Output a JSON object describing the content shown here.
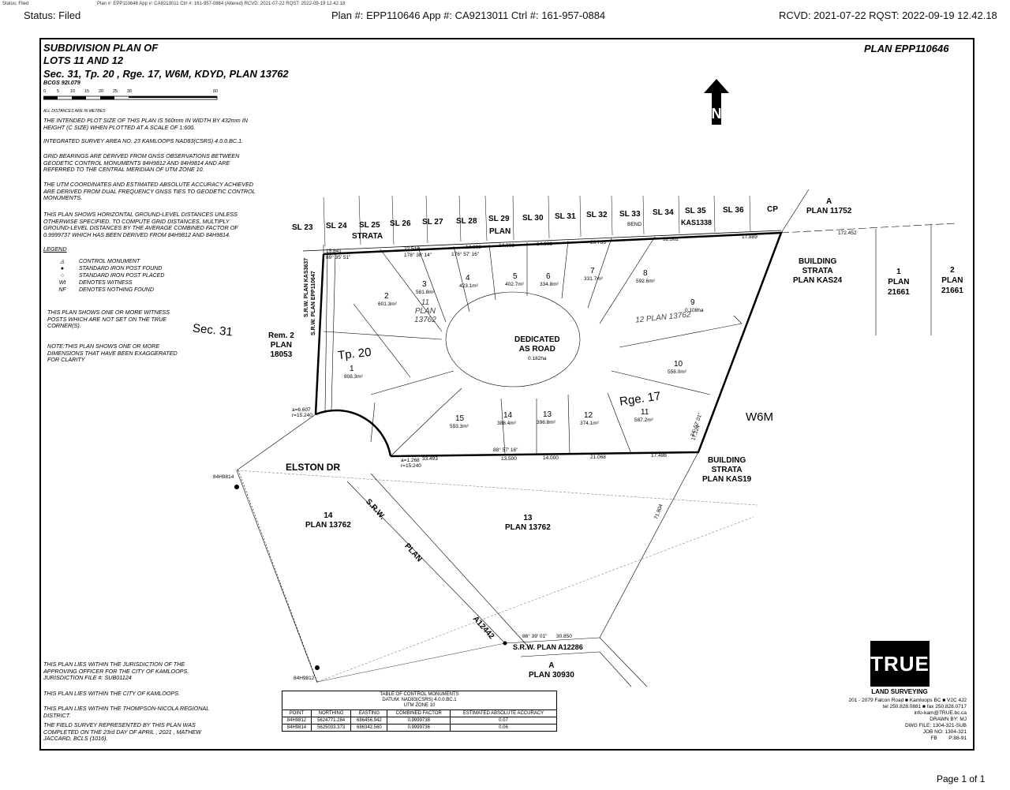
{
  "header": {
    "tiny_status": "Status: Filed",
    "tiny_line": "Plan #: EPP110646 App #: CA9213011   Ctrl #: 161-957-0884 (Altered) RCVD: 2021-07-22 RQST: 2022-09-19 12.42.18",
    "status": "Status: Filed",
    "plan_info": "Plan #: EPP110646 App #: CA9213011   Ctrl #: 161-957-0884",
    "received": "RCVD: 2021-07-22 RQST: 2022-09-19 12.42.18"
  },
  "title": {
    "line1": "SUBDIVISION PLAN OF",
    "line2": "LOTS 11 AND 12",
    "line3": "Sec. 31, Tp. 20 , Rge. 17, W6M, KDYD, PLAN 13762",
    "bcgs": "BCGS 92I.079",
    "plan_number": "PLAN EPP110646"
  },
  "scale": {
    "ticks": [
      "0",
      "5",
      "10",
      "15",
      "20",
      "25",
      "30",
      "60"
    ],
    "note": "ALL DISTANCES ARE IN METRES"
  },
  "notes": {
    "plot_size": "THE INTENDED PLOT SIZE OF THIS PLAN IS 560mm IN WIDTH BY 432mm IN HEIGHT (C SIZE) WHEN PLOTTED AT A SCALE OF 1:600.",
    "survey_area": "INTEGRATED SURVEY AREA NO. 23 KAMLOOPS NAD83(CSRS) 4.0.0.BC.1.",
    "grid_bearings": "GRID BEARINGS ARE DERIVED FROM GNSS OBSERVATIONS BETWEEN GEODETIC CONTROL MONUMENTS 84H9812 AND 84H9814 AND ARE REFERRED TO THE CENTRAL MERIDIAN OF UTM ZONE 10.",
    "utm": "THE UTM COORDINATES AND ESTIMATED ABSOLUTE ACCURACY ACHIEVED ARE DERIVED FROM DUAL FREQUENCY GNSS TIES TO GEODETIC CONTROL MONUMENTS.",
    "distances": "THIS PLAN SHOWS HORIZONTAL GROUND-LEVEL DISTANCES UNLESS OTHERWISE SPECIFIED. TO COMPUTE GRID DISTANCES, MULTIPLY GROUND-LEVEL DISTANCES BY THE AVERAGE COMBINED FACTOR OF 0.9999737 WHICH HAS BEEN DERIVED FROM 84H9812 AND 84H9814.",
    "legend_title": "LEGEND",
    "witness": "THIS PLAN SHOWS ONE OR MORE WITNESS POSTS WHICH ARE NOT SET ON THE TRUE CORNER(S).",
    "exaggerated": "NOTE:THIS PLAN SHOWS ONE OR MORE DIMENSIONS THAT HAVE BEEN EXAGGERATED FOR CLARITY",
    "jurisdiction": "THIS PLAN LIES WITHIN THE JURISDICTION OF THE APPROVING OFFICER FOR THE CITY OF KAMLOOPS. JURISDICTION FILE #: SUB01124",
    "city": "THIS PLAN LIES WITHIN THE CITY OF KAMLOOPS.",
    "regional": "THIS PLAN LIES WITHIN THE THOMPSON-NICOLA REGIONAL DISTRICT.",
    "field_survey": "THE FIELD SURVEY REPRESENTED BY THIS PLAN WAS COMPLETED ON THE 23rd DAY OF    APRIL    , 2021 , MATHEW JACCARD, BCLS (1016)."
  },
  "legend": [
    {
      "symbol": "◬",
      "label": "CONTROL MONUMENT"
    },
    {
      "symbol": "●",
      "label": "STANDARD IRON POST FOUND"
    },
    {
      "symbol": "○",
      "label": "STANDARD IRON POST PLACED"
    },
    {
      "symbol": "Wt",
      "label": "DENOTES WITNESS"
    },
    {
      "symbol": "NF",
      "label": "DENOTES NOTHING FOUND"
    }
  ],
  "map": {
    "strata_lots": [
      "SL 23",
      "SL 24",
      "SL 25",
      "SL 26",
      "SL 27",
      "SL 28",
      "SL 29",
      "SL 30",
      "SL 31",
      "SL 32",
      "SL 33",
      "SL 34",
      "SL 35",
      "SL 36",
      "CP"
    ],
    "strata_label": "STRATA",
    "plan_label": "PLAN",
    "kas1338": "KAS1338",
    "bend": "BEND",
    "plan_11752_a": "A",
    "plan_11752": "PLAN 11752",
    "building_strata_24": [
      "BUILDING",
      "STRATA",
      "PLAN KAS24"
    ],
    "plan21661_1": [
      "1",
      "PLAN",
      "21661"
    ],
    "plan21661_2": [
      "2",
      "PLAN",
      "21661"
    ],
    "sec31": "Sec. 31",
    "rem2": [
      "Rem. 2",
      "PLAN",
      "18053"
    ],
    "tp20": "Tp. 20",
    "rge17": "Rge. 17",
    "w6m": "W6M",
    "dedicated": [
      "DEDICATED",
      "AS ROAD"
    ],
    "dedicated_area": "0.182ha",
    "plan13762_a": [
      "11",
      "PLAN",
      "13762"
    ],
    "plan13762_b": "12  PLAN 13762",
    "elston": "ELSTON DR",
    "building_strata_19": [
      "BUILDING",
      "STRATA",
      "PLAN KAS19"
    ],
    "plan14": [
      "14",
      "PLAN 13762"
    ],
    "plan13": [
      "13",
      "PLAN 13762"
    ],
    "srw": "S.R.W.",
    "srw_plan": "PLAN",
    "a12442": "A12442",
    "srw_a12286": "S.R.W. PLAN A12286",
    "plan30930": [
      "A",
      "PLAN 30930"
    ],
    "srw_vertical": "S.R.W. PLAN KAS3637",
    "srw_vertical2": "S.R.W. PLAN EPP110647",
    "monument_1": "84H9814",
    "monument_2": "84H9812",
    "lots": [
      {
        "num": "1",
        "area": "808.3m²"
      },
      {
        "num": "2",
        "area": "601.3m²"
      },
      {
        "num": "3",
        "area": "581.8m²"
      },
      {
        "num": "4",
        "area": "423.1m²"
      },
      {
        "num": "5",
        "area": "402.7m²"
      },
      {
        "num": "6",
        "area": "334.8m²"
      },
      {
        "num": "7",
        "area": "331.7m²"
      },
      {
        "num": "8",
        "area": "592.6m²"
      },
      {
        "num": "9",
        "area": "0.108ha"
      },
      {
        "num": "10",
        "area": "558.0m²"
      },
      {
        "num": "11",
        "area": "587.2m²"
      },
      {
        "num": "12",
        "area": "374.1m²"
      },
      {
        "num": "13",
        "area": "396.8m²"
      },
      {
        "num": "14",
        "area": "388.4m²"
      },
      {
        "num": "15",
        "area": "553.3m²"
      }
    ],
    "dims": {
      "top1": "15.841",
      "top2": "22.519",
      "top3": "14.003",
      "top4": "14.003",
      "top5": "14.003",
      "top6": "20.763",
      "top7": "32.502",
      "top8": "17.889",
      "top9": "172.452",
      "bear1": "89° 35' 51\"",
      "bear2": "178° 38' 14\"",
      "bear3": "176° 57' 16\"",
      "bot1": "33.493",
      "bot2": "13.500",
      "bot3": "14.000",
      "bot4": "21.068",
      "bot5": "17.486",
      "bearing_bot": "88° 57' 16\"",
      "bearing_srw": "86° 39' 01\"",
      "srw_len": "30.850",
      "arc1": "a=6.607 r=15.240",
      "arc2": "a=1.268 r=15.240",
      "right1": "24° 52' 01\"",
      "right2": "17.224",
      "right3": "71.804"
    }
  },
  "monuments_table": {
    "title": [
      "TABLE OF CONTROL MONUMENTS",
      "DATUM: NAD83(CSRS) 4.0.0.BC.1",
      "UTM ZONE 10"
    ],
    "headers": [
      "POINT",
      "NORTHING",
      "EASTING",
      "COMBINED FACTOR",
      "ESTIMATED ABSOLUTE ACCURACY"
    ],
    "rows": [
      [
        "84H9812",
        "5624771.284",
        "686456.942",
        "0.9999738",
        "0.07"
      ],
      [
        "84H9814",
        "5625033.373",
        "686342.560",
        "0.9999736",
        "0.06"
      ]
    ]
  },
  "company": {
    "logo": "TRUE",
    "name": "LAND SURVEYING",
    "address": "201 - 2079 Falcon Road ■ Kamloops BC ■ V2C 4J2",
    "phone": "tel 250.828.0881 ■ fax 250.828.0717",
    "email": "info-kam@TRUE.bc.ca",
    "drawn": "DRAWN BY: MJ",
    "dwg": "DWG FILE: 1304-321-SUB",
    "job": "JOB NO: 1304-321",
    "fb": "FB",
    "p": "P:88-91"
  },
  "footer": {
    "page": "Page 1 of 1"
  }
}
